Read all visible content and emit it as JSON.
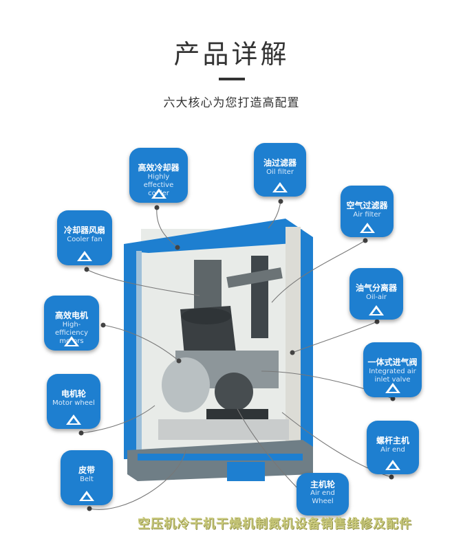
{
  "header": {
    "title": "产品详解",
    "subtitle": "六大核心为您打造高配置"
  },
  "labels": [
    {
      "id": "cooler",
      "zh": "高效冷却器",
      "en": "Highly effective cooler"
    },
    {
      "id": "oil-filter",
      "zh": "油过滤器",
      "en": "Oil filter"
    },
    {
      "id": "air-filter",
      "zh": "空气过滤器",
      "en": "Air filter"
    },
    {
      "id": "cooler-fan",
      "zh": "冷却器风扇",
      "en": "Cooler fan"
    },
    {
      "id": "oil-air",
      "zh": "油气分离器",
      "en": "Oil-air"
    },
    {
      "id": "motor",
      "zh": "高效电机",
      "en": "High-efficiency motors"
    },
    {
      "id": "inlet-valve",
      "zh": "一体式进气阀",
      "en": "Integrated air inlet valve"
    },
    {
      "id": "motor-wheel",
      "zh": "电机轮",
      "en": "Motor wheel"
    },
    {
      "id": "air-end",
      "zh": "螺杆主机",
      "en": "Air end"
    },
    {
      "id": "belt",
      "zh": "皮带",
      "en": "Belt"
    },
    {
      "id": "air-end-wheel",
      "zh": "主机轮",
      "en": "Air end Wheel"
    }
  ],
  "watermark": "空压机冷干机干燥机制氮机设备销售维修及配件",
  "colors": {
    "badge": "#1e7fd0",
    "frame": "#1e7fd0",
    "title": "#333333"
  }
}
